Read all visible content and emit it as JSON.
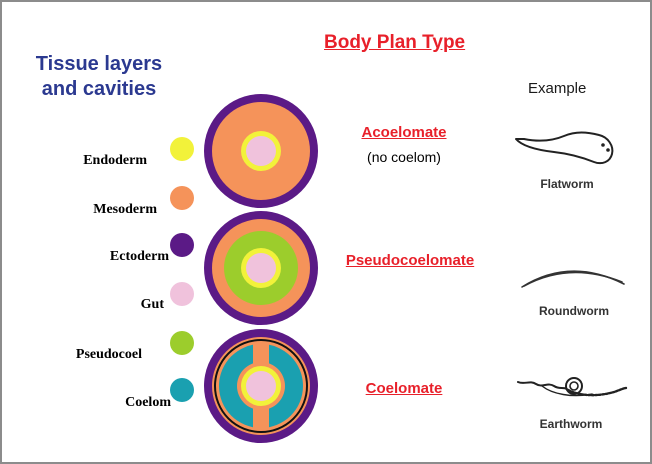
{
  "headings": {
    "tissue_layers": "Tissue layers and cavities",
    "body_plan_type": "Body Plan Type",
    "example": "Example"
  },
  "legend": [
    {
      "label": "Endoderm",
      "color": "#f2f23a"
    },
    {
      "label": "Mesoderm",
      "color": "#f5935a"
    },
    {
      "label": "Ectoderm",
      "color": "#5b1a86"
    },
    {
      "label": "Gut",
      "color": "#f0c2dc"
    },
    {
      "label": "Pseudocoel",
      "color": "#9ccd2c"
    },
    {
      "label": "Coelom",
      "color": "#1aa0b0"
    }
  ],
  "body_plans": [
    {
      "name": "Acoelomate",
      "note": "(no coelom)",
      "example": "Flatworm"
    },
    {
      "name": "Pseudocoelomate",
      "note": "",
      "example": "Roundworm"
    },
    {
      "name": "Coelomate",
      "note": "",
      "example": "Earthworm"
    }
  ],
  "colors": {
    "ectoderm": "#5b1a86",
    "mesoderm": "#f5935a",
    "endoderm": "#f2f23a",
    "gut": "#f0c2dc",
    "pseudocoel": "#9ccd2c",
    "coelom": "#1aa0b0",
    "title_blue": "#2b3990",
    "title_red": "#e8202a"
  }
}
